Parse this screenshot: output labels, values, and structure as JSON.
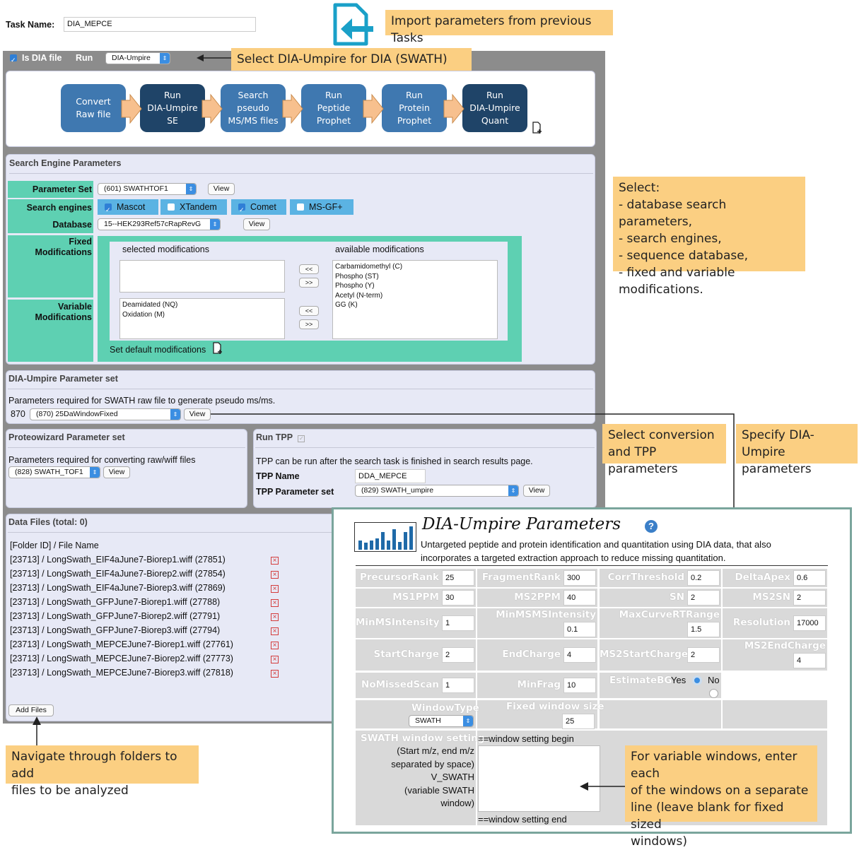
{
  "task": {
    "label": "Task Name:",
    "value": "DIA_MEPCE"
  },
  "callouts": {
    "import": "Import parameters from previous Tasks",
    "select_dia": "Select DIA-Umpire for DIA (SWATH) file",
    "select_search": [
      "Select:",
      "- database search parameters,",
      "- search engines,",
      "- sequence database,",
      "- fixed and variable modifications."
    ],
    "conversion": [
      "Select conversion",
      "and TPP parameters"
    ],
    "specify": [
      "Specify DIA-Umpire",
      "parameters"
    ],
    "navigate": [
      "Navigate through folders to add",
      "files to be analyzed"
    ],
    "variable": [
      "For variable windows, enter each",
      "of the windows on a separate",
      "line (leave blank for fixed sized",
      "windows)"
    ]
  },
  "topbar": {
    "is_dia_label": "Is DIA file",
    "run_label": "Run",
    "run_value": "DIA-Umpire"
  },
  "workflow": [
    [
      "Convert",
      "Raw file"
    ],
    [
      "Run",
      "DIA-Umpire",
      "SE"
    ],
    [
      "Search",
      "pseudo",
      "MS/MS files"
    ],
    [
      "Run",
      "Peptide",
      "Prophet"
    ],
    [
      "Run",
      "Protein",
      "Prophet"
    ],
    [
      "Run",
      "DIA-Umpire",
      "Quant"
    ]
  ],
  "search": {
    "title": "Search Engine Parameters",
    "param_set_label": "Parameter Set",
    "param_set_value": "(601) SWATHTOF1",
    "view": "View",
    "engines_label": "Search engines",
    "engines": [
      {
        "name": "Mascot",
        "checked": true
      },
      {
        "name": "XTandem",
        "checked": false
      },
      {
        "name": "Comet",
        "checked": true
      },
      {
        "name": "MS-GF+",
        "checked": false
      }
    ],
    "database_label": "Database",
    "database_value": "15--HEK293Ref57cRapRevG",
    "fixed_label": [
      "Fixed",
      "Modifications"
    ],
    "variable_label": [
      "Variable",
      "Modifications"
    ],
    "selected_mods_label": "selected modifications",
    "available_mods_label": "available modifications",
    "fixed_selected": [],
    "variable_selected": [
      "Deamidated (NQ)",
      "Oxidation (M)"
    ],
    "available": [
      "Carbamidomethyl (C)",
      "Phospho (ST)",
      "Phospho (Y)",
      "Acetyl (N-term)",
      "GG (K)"
    ],
    "move_left": "<<",
    "move_right": ">>",
    "set_default": "Set default modifications"
  },
  "dia": {
    "title": "DIA-Umpire Parameter set",
    "desc": "Parameters required for SWATH raw file to generate pseudo ms/ms.",
    "id": "870",
    "value": "(870) 25DaWindowFixed",
    "view": "View"
  },
  "proteowizard": {
    "title": "Proteowizard Parameter set",
    "desc": "Parameters required for converting raw/wiff files",
    "value": "(828) SWATH_TOF1",
    "view": "View"
  },
  "tpp": {
    "title": "Run TPP",
    "desc": "TPP can be run after the search task is finished in search results page.",
    "name_label": "TPP Name",
    "name_value": "DDA_MEPCE",
    "param_label": "TPP Parameter set",
    "param_value": "(829) SWATH_umpire",
    "view": "View"
  },
  "datafiles": {
    "title": "Data Files (total: 0)",
    "header": "[Folder ID] / File Name",
    "files": [
      "[23713] / LongSwath_EIF4aJune7-Biorep1.wiff (27851)",
      "[23713] / LongSwath_EIF4aJune7-Biorep2.wiff (27854)",
      "[23713] / LongSwath_EIF4aJune7-Biorep3.wiff (27869)",
      "[23713] / LongSwath_GFPJune7-Biorep1.wiff (27788)",
      "[23713] / LongSwath_GFPJune7-Biorep2.wiff (27791)",
      "[23713] / LongSwath_GFPJune7-Biorep3.wiff (27794)",
      "[23713] / LongSwath_MEPCEJune7-Biorep1.wiff (27761)",
      "[23713] / LongSwath_MEPCEJune7-Biorep2.wiff (27773)",
      "[23713] / LongSwath_MEPCEJune7-Biorep3.wiff (27818)"
    ],
    "add_files": "Add Files"
  },
  "umpire": {
    "title": "DIA-Umpire Parameters",
    "desc1": "Untargeted peptide and protein identification and quantitation using DIA data, that also",
    "desc2": "incorporates a targeted extraction approach to reduce missing quantitation.",
    "params": {
      "PrecursorRank": "25",
      "FragmentRank": "300",
      "CorrThreshold": "0.2",
      "DeltaApex": "0.6",
      "MS1PPM": "30",
      "MS2PPM": "40",
      "SN": "2",
      "MS2SN": "2",
      "MinMSIntensity": "1",
      "MinMSMSIntensity": "0.1",
      "MaxCurveRTRange": "1.5",
      "Resolution": "17000",
      "StartCharge": "2",
      "EndCharge": "4",
      "MS2StartCharge": "2",
      "MS2EndCharge": "4",
      "NoMissedScan": "1",
      "MinFrag": "10"
    },
    "estimatebg_label": "EstimateBG",
    "estimatebg_yes": "Yes",
    "estimatebg_no": "No",
    "windowtype_label": "WindowType",
    "windowtype_value": "SWATH",
    "fixed_window_label": "Fixed window size",
    "fixed_window_value": "25",
    "swath_label": "SWATH window setting",
    "swath_desc": [
      "(Start m/z, end m/z",
      "separated by space)",
      "V_SWATH",
      "(variable SWATH",
      "window)"
    ],
    "window_begin": "==window setting begin",
    "window_end": "==window setting end"
  },
  "colors": {
    "accent_blue": "#3b8ee2",
    "teal": "#5ed0b2",
    "callout": "#fbcf82",
    "dark_step": "#1f4468",
    "light_step": "#3f78b0"
  }
}
